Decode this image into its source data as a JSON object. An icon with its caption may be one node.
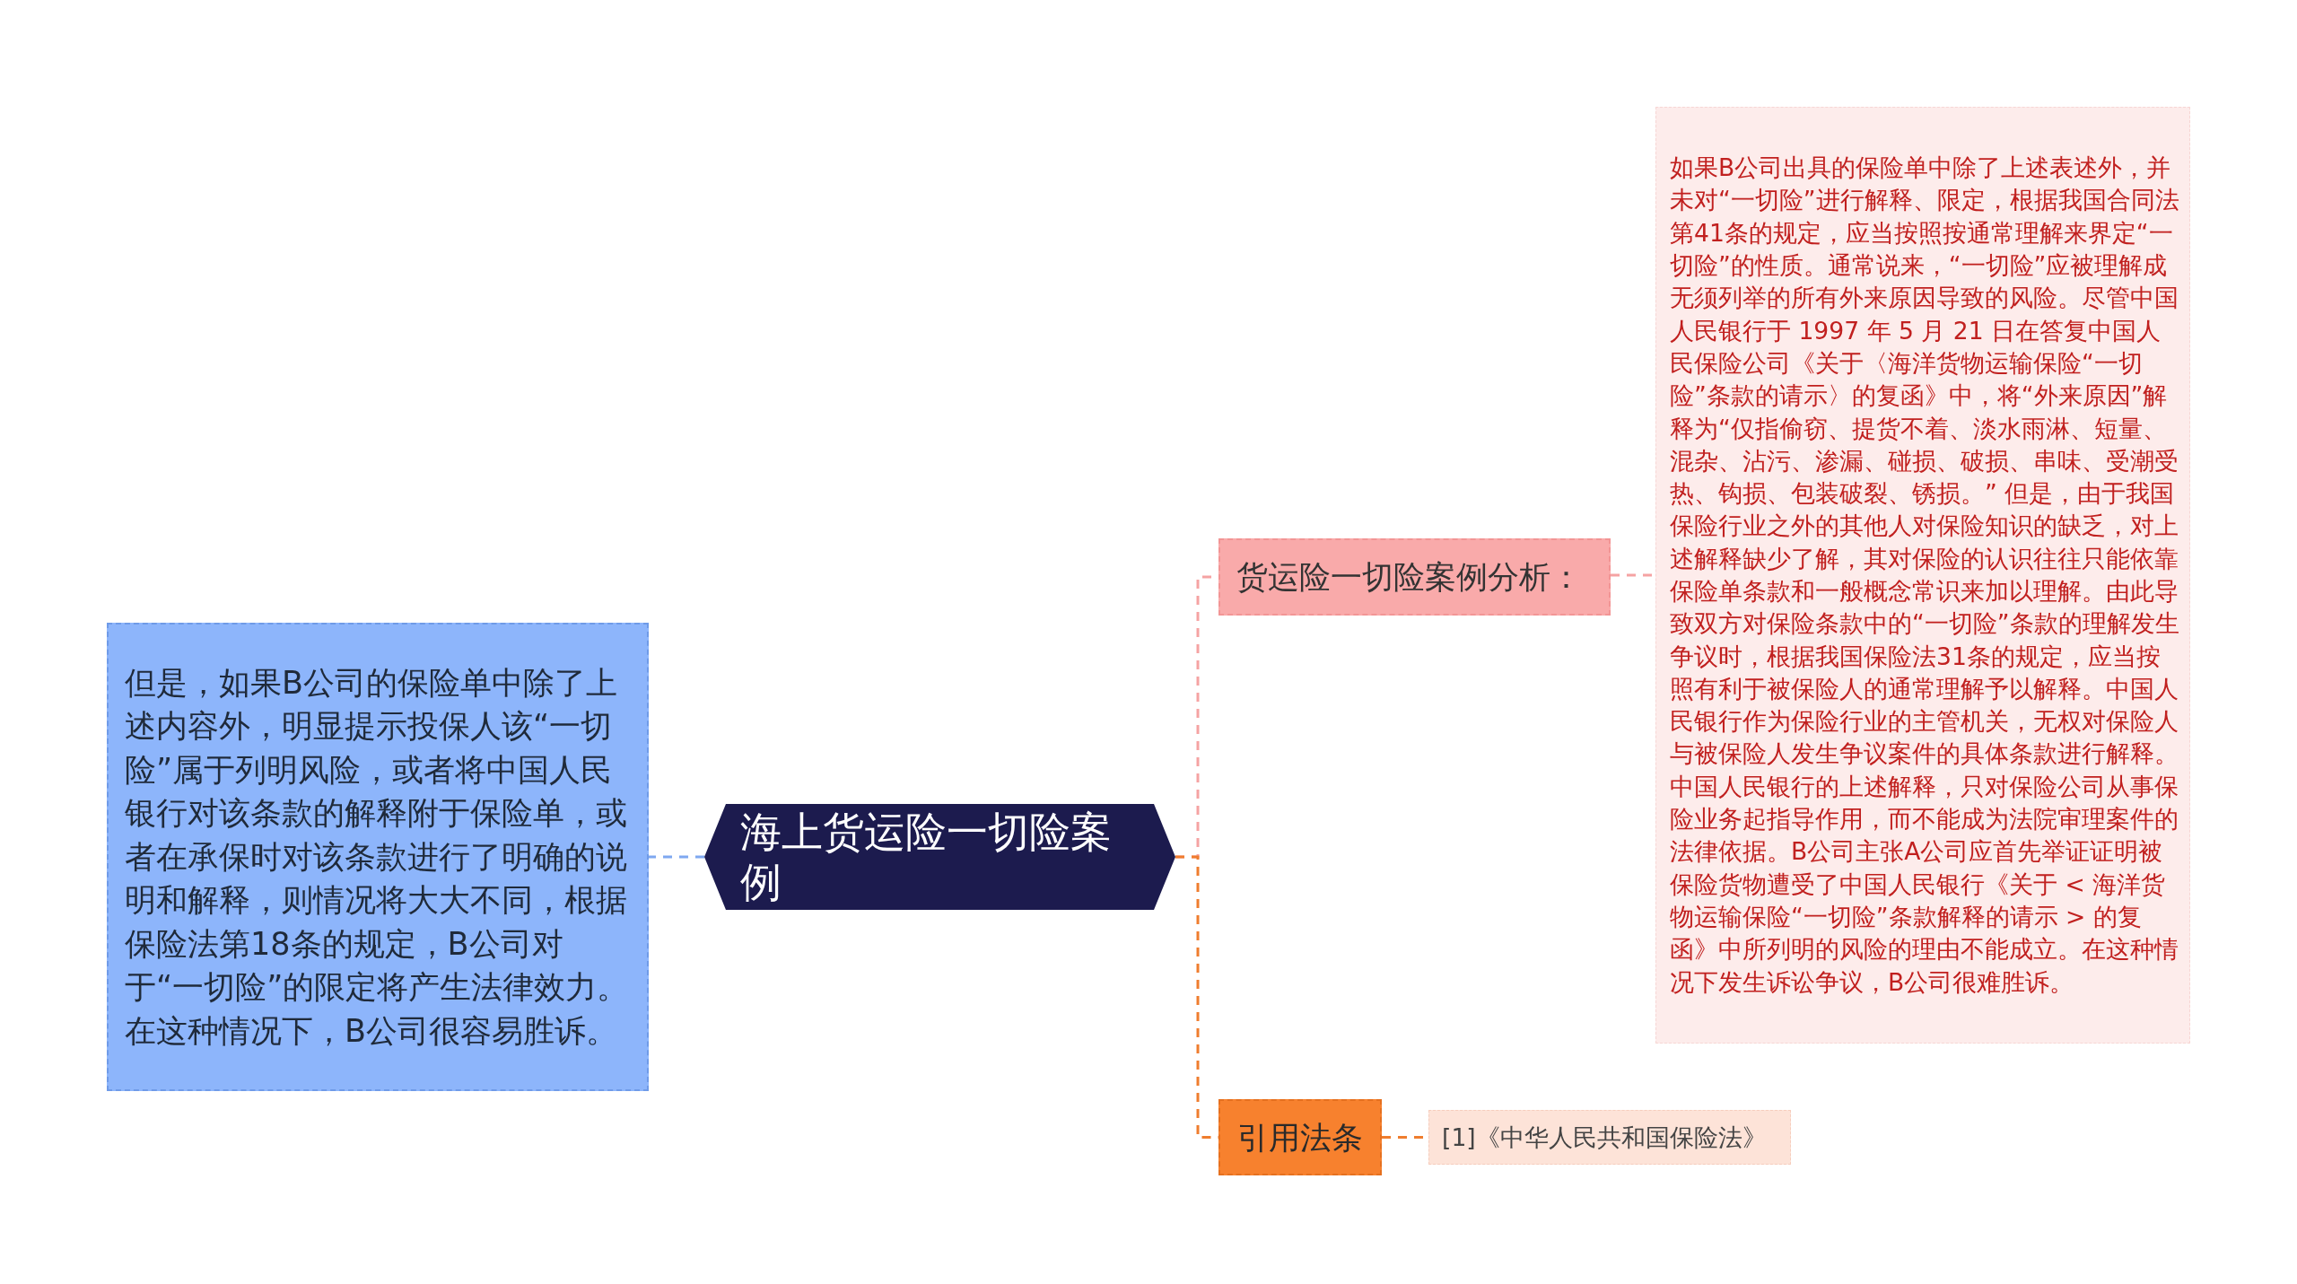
{
  "diagram": {
    "nodes": [
      {
        "text": [
          "海上货运险一切险案例"
        ]
      },
      {
        "text": [
          "但是，如果B公司的保险单中除了上述内容外，明显提示投保人该“一切险”属于列明风险，或者将中国人民银行对该条款的解释附于保险单，或者在承保时对该条款进行了明确的说明和解释，则情况将大大不同，根据保险法第18条的规定，B公司对于“一切险”的限定将产生法律效力。在这种情况下，B公司很容易胜诉。"
        ]
      },
      {
        "text": [
          "货运险一切险案例分析："
        ]
      },
      {
        "text": [
          "如果B公司出具的保险单中除了上述表述外，并未对“一切险”进行解释、限定，根据我国合同法第41条的规定，应当按照按通常理解来界定“一切险”的性质。通常说来，“一切险”应被理解成无须列举的所有外来原因导致的风险。尽管中国人民银行于 1997 年 5 月 21 日在答复中国人民保险公司《关于〈海洋货物运输保险“一切险”条款的请示〉的复函》中，将“外来原因”解释为“仅指偷窃、提货不着、淡水雨淋、短量、混杂、沾污、渗漏、碰损、破损、串味、受潮受热、钩损、包装破裂、锈损。” 但是，由于我国保险行业之外的其他人对保险知识的缺乏，对上述解释缺少了解，其对保险的认识往往只能依靠保险单条款和一般概念常识来加以理解。由此导致双方对保险条款中的“一切险”条款的理解发生争议时，根据我国保险法31条的规定，应当按照有利于被保险人的通常理解予以解释。中国人民银行作为保险行业的主管机关，无权对保险人与被保险人发生争议案件的具体条款进行解释。中国人民银行的上述解释，只对保险公司从事保险业务起指导作用，而不能成为法院审理案件的法律依据。B公司主张A公司应首先举证证明被保险货物遭受了中国人民银行《关于 < 海洋货物运输保险“一切险”条款解释的请示 > 的复函》中所列明的风险的理由不能成立。在这种情况下发生诉讼争议，B公司很难胜诉。"
        ]
      },
      {
        "text": [
          "引用法条"
        ]
      },
      {
        "text": [
          "[1]《中华人民共和国保险法》"
        ]
      }
    ],
    "edges": [
      {
        "from": 0,
        "to": 1,
        "arrow": "none",
        "style": "dashed",
        "color": "#7fa8f0"
      },
      {
        "from": 0,
        "to": 2,
        "arrow": "none",
        "style": "dashed",
        "color": "#f5a3a3"
      },
      {
        "from": 0,
        "to": 4,
        "arrow": "none",
        "style": "dashed",
        "color": "#ef7d2e"
      },
      {
        "from": 2,
        "to": 3,
        "arrow": "none",
        "style": "dashed",
        "color": "#f5a3a3"
      },
      {
        "from": 4,
        "to": 5,
        "arrow": "none",
        "style": "dashed",
        "color": "#ef7d2e"
      }
    ]
  }
}
